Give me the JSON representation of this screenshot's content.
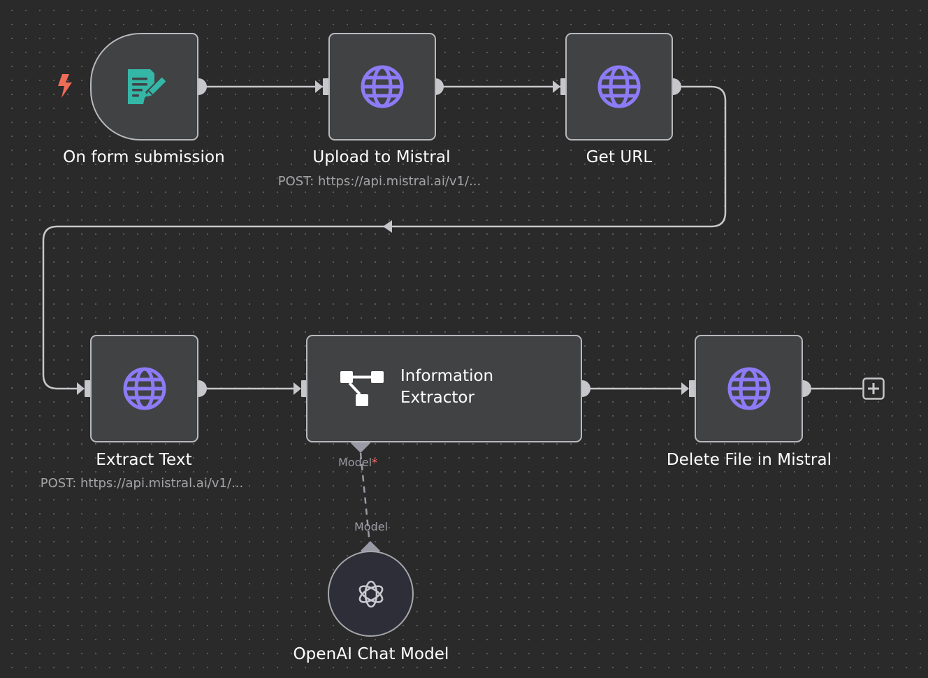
{
  "nodes": {
    "form_trigger": {
      "label": "On form submission",
      "icon": "form-document-edit-icon"
    },
    "upload": {
      "label": "Upload to Mistral",
      "subtitle": "POST: https://api.mistral.ai/v1/...",
      "icon": "globe-icon"
    },
    "get_url": {
      "label": "Get URL",
      "icon": "globe-icon"
    },
    "extract_text": {
      "label": "Extract Text",
      "subtitle": "POST: https://api.mistral.ai/v1/...",
      "icon": "globe-icon"
    },
    "info_extractor": {
      "label_line1": "Information",
      "label_line2": "Extractor",
      "icon": "tree-structure-icon"
    },
    "delete_file": {
      "label": "Delete File in Mistral",
      "icon": "globe-icon"
    },
    "openai_model": {
      "label": "OpenAI Chat Model",
      "icon": "openai-logo-icon"
    }
  },
  "ports": {
    "extractor_model": {
      "label": "Model",
      "required_mark": "*"
    },
    "openai_model_out": {
      "label": "Model"
    }
  },
  "colors": {
    "canvas": "#2a2a2a",
    "node_fill": "#414244",
    "node_border": "#b8b9bd",
    "connection": "#c7c7cb",
    "globe": "#8b7cf6",
    "form_icon": "#34b7a7",
    "trigger_bolt": "#ee6d58",
    "model_link": "#9a9aa6"
  }
}
